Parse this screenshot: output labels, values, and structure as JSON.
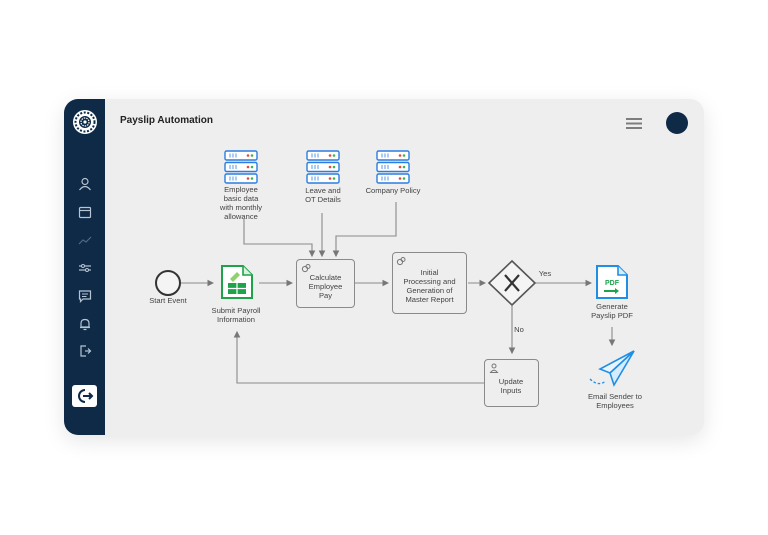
{
  "app": {
    "title": "Payslip Automation"
  },
  "sidebar": {
    "items": [
      {
        "icon": "logo-gear-icon"
      },
      {
        "icon": "user-icon"
      },
      {
        "icon": "calendar-icon"
      },
      {
        "icon": "chart-line-icon"
      },
      {
        "icon": "sliders-icon"
      },
      {
        "icon": "message-icon"
      },
      {
        "icon": "bell-icon"
      },
      {
        "icon": "logout-icon"
      },
      {
        "icon": "exit-button-icon"
      }
    ]
  },
  "diagram": {
    "sources": {
      "employee": "Employee\nbasic data\nwith monthly\nallowance",
      "leave": "Leave and\nOT Details",
      "policy": "Company Policy"
    },
    "nodes": {
      "start": "Start Event",
      "submit": "Submit Payroll\nInformation",
      "calculate": "Calculate\nEmployee\nPay",
      "initial": "Initial\nProcessing and\nGeneration of\nMaster Report",
      "update": "Update\nInputs",
      "generate": "Generate\nPayslip PDF",
      "email": "Email Sender to\nEmployees",
      "pdf_badge": "PDF"
    },
    "edges": {
      "yes": "Yes",
      "no": "No"
    }
  },
  "colors": {
    "sidebar": "#0e2a47",
    "canvas": "#eeeeef",
    "stroke": "#8a8a8a",
    "db_blue": "#2a7de1",
    "green": "#1fa34a",
    "pdf_blue": "#1f8fe6"
  }
}
